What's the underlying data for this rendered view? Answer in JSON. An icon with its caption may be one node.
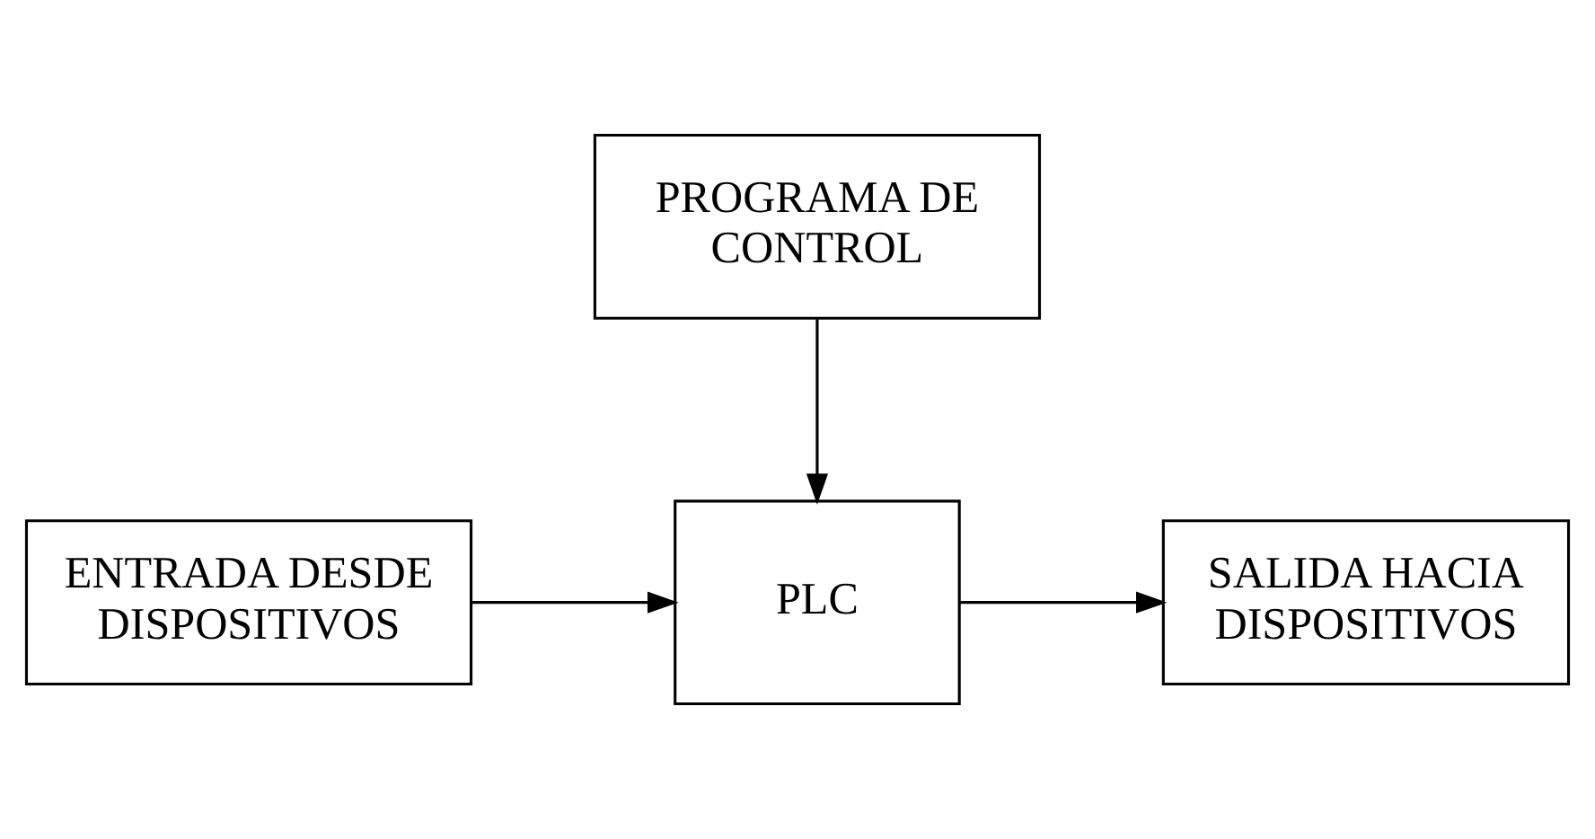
{
  "diagram": {
    "nodes": [
      {
        "text": [
          "PROGRAMA DE CONTROL"
        ]
      },
      {
        "text": [
          "PLC"
        ]
      },
      {
        "text": [
          "ENTRADA DESDE DISPOSITIVOS"
        ]
      },
      {
        "text": [
          "SALIDA HACIA DISPOSITIVOS"
        ]
      }
    ],
    "edges": [
      {
        "from": 0,
        "to": 1,
        "arrow": "to"
      },
      {
        "from": 2,
        "to": 1,
        "arrow": "to"
      },
      {
        "from": 1,
        "to": 3,
        "arrow": "to"
      }
    ]
  }
}
